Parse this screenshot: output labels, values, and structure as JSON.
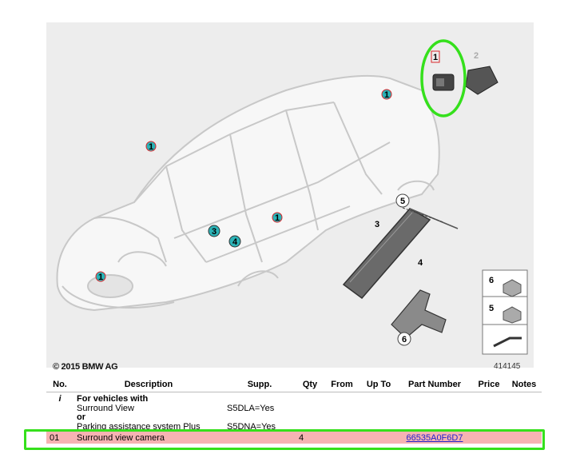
{
  "copyright": "© 2015 BMW AG",
  "image_number": "414145",
  "callouts": {
    "c1": "1",
    "c2": "2",
    "c3": "3",
    "c4": "4",
    "c5": "5",
    "c6": "6"
  },
  "table": {
    "headers": {
      "no": "No.",
      "description": "Description",
      "supp": "Supp.",
      "qty": "Qty",
      "from": "From",
      "upto": "Up To",
      "part_number": "Part Number",
      "price": "Price",
      "notes": "Notes"
    },
    "info_row": {
      "no": "i",
      "line1": "For vehicles with",
      "line2": "Surround View",
      "line3": "or",
      "line4": "Parking assistance system Plus",
      "supp1": "S5DLA=Yes",
      "supp2": "S5DNA=Yes"
    },
    "part_row": {
      "no": "01",
      "description": "Surround view camera",
      "qty": "4",
      "part_number": "66535A0F6D7"
    }
  },
  "colors": {
    "highlight_green": "#35e01c",
    "row_highlight": "#f6b3b3",
    "callout_teal": "#2bb3b7",
    "callout_red": "#d9262b",
    "link_blue": "#2222cc"
  }
}
